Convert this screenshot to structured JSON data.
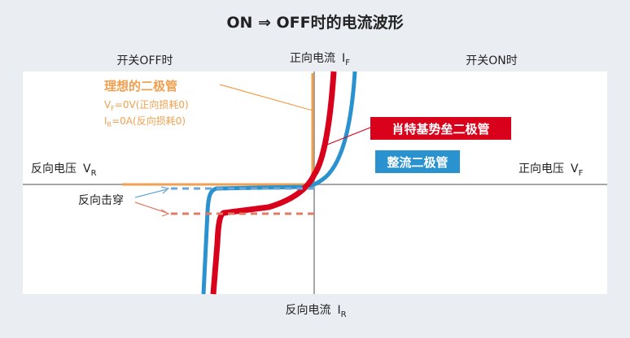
{
  "title": "ON ⇒ OFF时的电流波形",
  "region_labels": {
    "off_state": "开关OFF时",
    "on_state": "开关ON时"
  },
  "axes": {
    "forward_current": {
      "text": "正向电流",
      "symbol": "I",
      "sub": "F"
    },
    "reverse_current": {
      "text": "反向电流",
      "symbol": "I",
      "sub": "R"
    },
    "reverse_voltage": {
      "text": "反向电压",
      "symbol": "V",
      "sub": "R"
    },
    "forward_voltage": {
      "text": "正向电压",
      "symbol": "V",
      "sub": "F"
    }
  },
  "legend": {
    "ideal_diode": {
      "title": "理想的二极管",
      "note_vf": {
        "symbol": "V",
        "sub": "F",
        "text": "=0V(正向损耗0)"
      },
      "note_ir": {
        "symbol": "I",
        "sub": "R",
        "text": "=0A(反向损耗0)"
      }
    },
    "schottky": "肖特基势垒二极管",
    "rectifier": "整流二极管"
  },
  "annotations": {
    "reverse_breakdown": "反向击穿"
  },
  "colors": {
    "background": "#eaeef3",
    "plot_area": "#ffffff",
    "axis": "#888888",
    "ideal": "#f0a050",
    "schottky": "#d9001b",
    "rectifier": "#2a93cf",
    "schottky_dashed": "#e07c66",
    "rectifier_dashed": "#6aa6d6",
    "text": "#222222"
  }
}
